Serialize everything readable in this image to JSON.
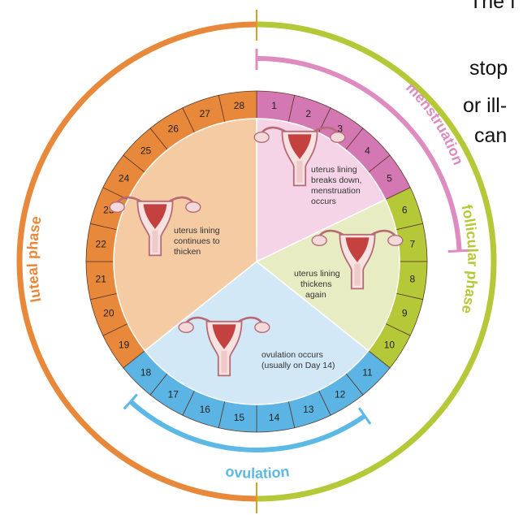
{
  "side_text": [
    "The f",
    "stop",
    "or ill-",
    "can"
  ],
  "phases": {
    "luteal": "luteal phase",
    "follicular": "follicular phase",
    "menstruation": "menstruation",
    "ovulation": "ovulation"
  },
  "days": [
    "1",
    "2",
    "3",
    "4",
    "5",
    "6",
    "7",
    "8",
    "9",
    "10",
    "11",
    "12",
    "13",
    "14",
    "15",
    "16",
    "17",
    "18",
    "19",
    "20",
    "21",
    "22",
    "23",
    "24",
    "25",
    "26",
    "27",
    "28"
  ],
  "sectors": {
    "menstruation": [
      "uterus lining",
      "breaks down,",
      "menstruation",
      "occurs"
    ],
    "follicular": [
      "uterus lining",
      "thickens",
      "again"
    ],
    "ovulation": [
      "ovulation occurs",
      "(usually on Day 14)"
    ],
    "luteal": [
      "uterus lining",
      "continues to",
      "thicken"
    ]
  },
  "colors": {
    "orange": "#e8883a",
    "orange_sector": "#f5cba4",
    "pink": "#d478b4",
    "pink_sector": "#f4d4e6",
    "green": "#b5c838",
    "green_sector": "#e8ecc2",
    "blue": "#5bb4e3",
    "blue_sector": "#d2e8f6",
    "menstruation_arc": "#de8cc0",
    "ovulation_arc": "#5cb8e5",
    "uterus_line": "#b76a76",
    "uterus_fill": "#f7e2e2",
    "uterus_lining": "#c3413f"
  },
  "icons": [
    "uterus-icon"
  ]
}
